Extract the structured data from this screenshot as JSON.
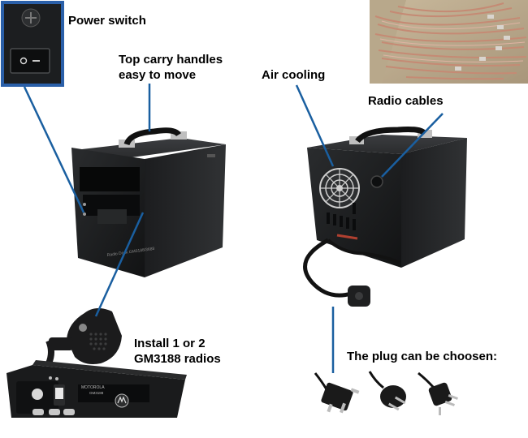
{
  "labels": {
    "power_switch": "Power switch",
    "top_handles_line1": "Top carry handles",
    "top_handles_line2": "easy to move",
    "air_cooling": "Air cooling",
    "radio_cables": "Radio cables",
    "install_line1": "Install 1 or 2",
    "install_line2": "GM3188 radios",
    "plug": "The plug can be choosen:"
  },
  "device_markings": {
    "front_panel": "Radio Dock GM3188/3688",
    "radio_brand": "MOTOROLA",
    "radio_model": "GM3188"
  },
  "colors": {
    "leader_line": "#1a5fa0",
    "enclosure": "#1b1d1e",
    "highlight_frame": "#2a5fa8",
    "cable_copper": "#c58a74"
  }
}
